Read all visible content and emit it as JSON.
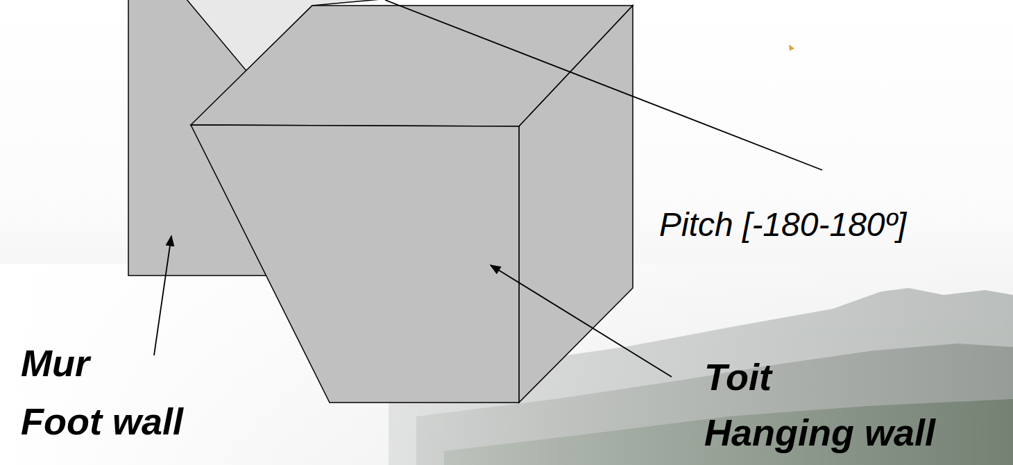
{
  "diagram": {
    "labels": [
      "Pitch [-180-180º]",
      "Mur",
      "Foot wall",
      "Toit",
      "Hanging wall"
    ]
  }
}
